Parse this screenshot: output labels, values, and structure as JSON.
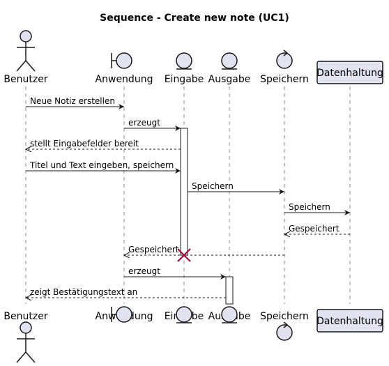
{
  "diagram": {
    "title": "Sequence - Create new note (UC1)",
    "participants": [
      {
        "id": "benutzer",
        "label": "Benutzer",
        "kind": "actor"
      },
      {
        "id": "anwendung",
        "label": "Anwendung",
        "kind": "boundary"
      },
      {
        "id": "eingabe",
        "label": "Eingabe",
        "kind": "entity"
      },
      {
        "id": "ausgabe",
        "label": "Ausgabe",
        "kind": "entity"
      },
      {
        "id": "speichern",
        "label": "Speichern",
        "kind": "control"
      },
      {
        "id": "datenhaltung",
        "label": "Datenhaltung",
        "kind": "database"
      }
    ],
    "messages": [
      {
        "from": "benutzer",
        "to": "anwendung",
        "label": "Neue Notiz erstellen",
        "style": "solid"
      },
      {
        "from": "anwendung",
        "to": "eingabe",
        "label": "erzeugt",
        "style": "solid"
      },
      {
        "from": "eingabe",
        "to": "benutzer",
        "label": "stellt Eingabefelder bereit",
        "style": "dashed"
      },
      {
        "from": "benutzer",
        "to": "eingabe",
        "label": "Titel und Text eingeben, speichern",
        "style": "solid"
      },
      {
        "from": "eingabe",
        "to": "speichern",
        "label": "Speichern",
        "style": "solid"
      },
      {
        "from": "speichern",
        "to": "datenhaltung",
        "label": "Speichern",
        "style": "solid"
      },
      {
        "from": "datenhaltung",
        "to": "speichern",
        "label": "Gespeichert",
        "style": "dashed"
      },
      {
        "from": "speichern",
        "to": "anwendung",
        "label": "Gespeichert",
        "style": "dashed",
        "destroys": "eingabe"
      },
      {
        "from": "anwendung",
        "to": "ausgabe",
        "label": "erzeugt",
        "style": "solid"
      },
      {
        "from": "ausgabe",
        "to": "benutzer",
        "label": "zeigt Bestätigungstext an",
        "style": "dashed"
      }
    ],
    "colors": {
      "participant_fill": "#E2E2F0",
      "line": "#181818",
      "destroy_mark": "#A80036",
      "activation_fill": "#FFFFFF"
    }
  }
}
